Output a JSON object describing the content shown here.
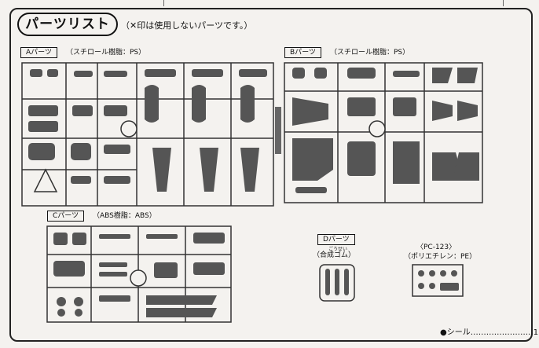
{
  "header": {
    "title": "パーツリスト",
    "note": "（✕印は使用しないパーツです。）"
  },
  "runners": {
    "a": {
      "tag": "Aパーツ",
      "material": "（スチロール樹脂：PS）"
    },
    "b": {
      "tag": "Bパーツ",
      "material": "（スチロール樹脂：PS）"
    },
    "c": {
      "tag": "Cパーツ",
      "material": "（ABS樹脂：ABS）"
    },
    "d": {
      "tag": "Dパーツ",
      "ruby": "ごうせい",
      "material": "（合成ゴム）"
    },
    "pc": {
      "tag": "〈PC-123〉",
      "material": "（ポリエチレン：PE）"
    }
  },
  "footer": {
    "seal": "●シール……………………1"
  }
}
